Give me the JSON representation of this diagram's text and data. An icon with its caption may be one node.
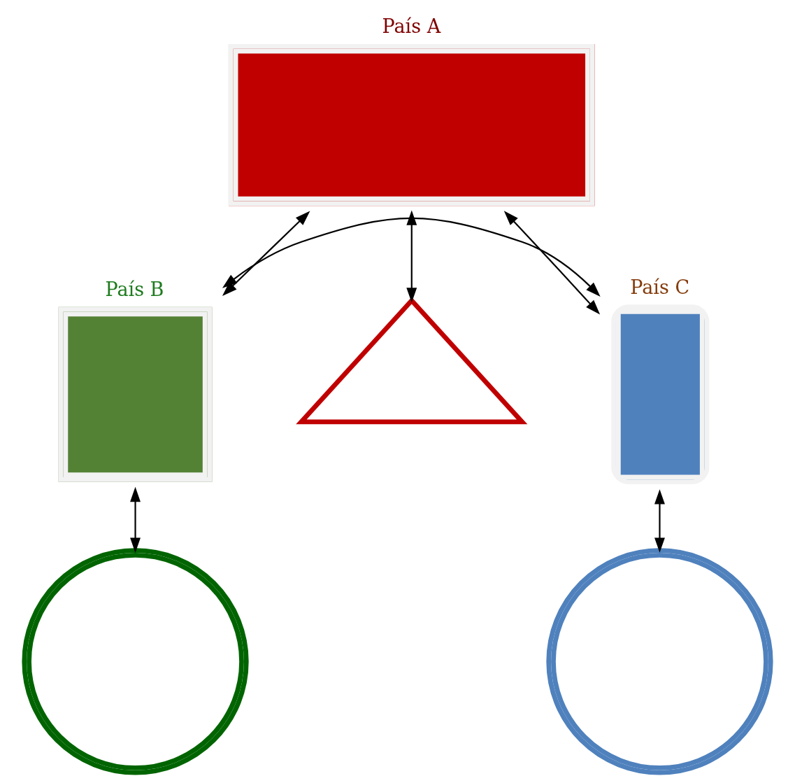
{
  "diagram": {
    "nodes": [
      {
        "text": [
          "País A"
        ]
      },
      {
        "text": [
          "País B"
        ]
      },
      {
        "text": [
          "País C"
        ]
      },
      {
        "text": [],
        "shape": "triangle"
      },
      {
        "text": [],
        "shape": "circle"
      },
      {
        "text": [],
        "shape": "circle"
      }
    ],
    "edges": [
      {
        "from": 0,
        "to": 1,
        "arrow": "both"
      },
      {
        "from": 0,
        "to": 2,
        "arrow": "both"
      },
      {
        "from": 0,
        "to": 3,
        "arrow": "both"
      },
      {
        "from": 1,
        "to": 2,
        "arrow": "both"
      },
      {
        "from": 1,
        "to": 4,
        "arrow": "both"
      },
      {
        "from": 2,
        "to": 5,
        "arrow": "both"
      }
    ]
  }
}
